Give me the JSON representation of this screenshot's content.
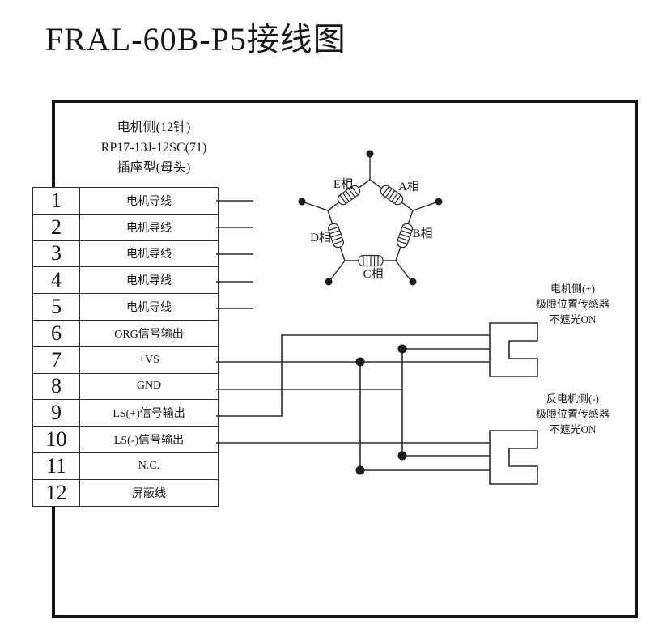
{
  "title": "FRAL-60B-P5接线图",
  "connector": {
    "header_lines": [
      "电机侧(12针)",
      "RP17-13J-12SC(71)",
      "插座型(母头)"
    ],
    "pins": [
      {
        "num": "1",
        "label": "电机导线"
      },
      {
        "num": "2",
        "label": "电机导线"
      },
      {
        "num": "3",
        "label": "电机导线"
      },
      {
        "num": "4",
        "label": "电机导线"
      },
      {
        "num": "5",
        "label": "电机导线"
      },
      {
        "num": "6",
        "label": "ORG信号输出"
      },
      {
        "num": "7",
        "label": "+VS"
      },
      {
        "num": "8",
        "label": "GND"
      },
      {
        "num": "9",
        "label": "LS(+)信号输出"
      },
      {
        "num": "10",
        "label": "LS(-)信号输出"
      },
      {
        "num": "11",
        "label": "N.C."
      },
      {
        "num": "12",
        "label": "屏蔽线"
      }
    ]
  },
  "motor": {
    "phases": [
      {
        "label": "E相"
      },
      {
        "label": "A相"
      },
      {
        "label": "D相"
      },
      {
        "label": "B相"
      },
      {
        "label": "C相"
      }
    ]
  },
  "sensors": [
    {
      "line1": "电机侧(+)",
      "line2": "极限位置传感器",
      "line3": "不遮光ON"
    },
    {
      "line1": "反电机侧(-)",
      "line2": "极限位置传感器",
      "line3": "不遮光ON"
    }
  ],
  "colors": {
    "line": "#2b2b2b",
    "text": "#161616",
    "frame": "#141414",
    "background": "#ffffff"
  }
}
